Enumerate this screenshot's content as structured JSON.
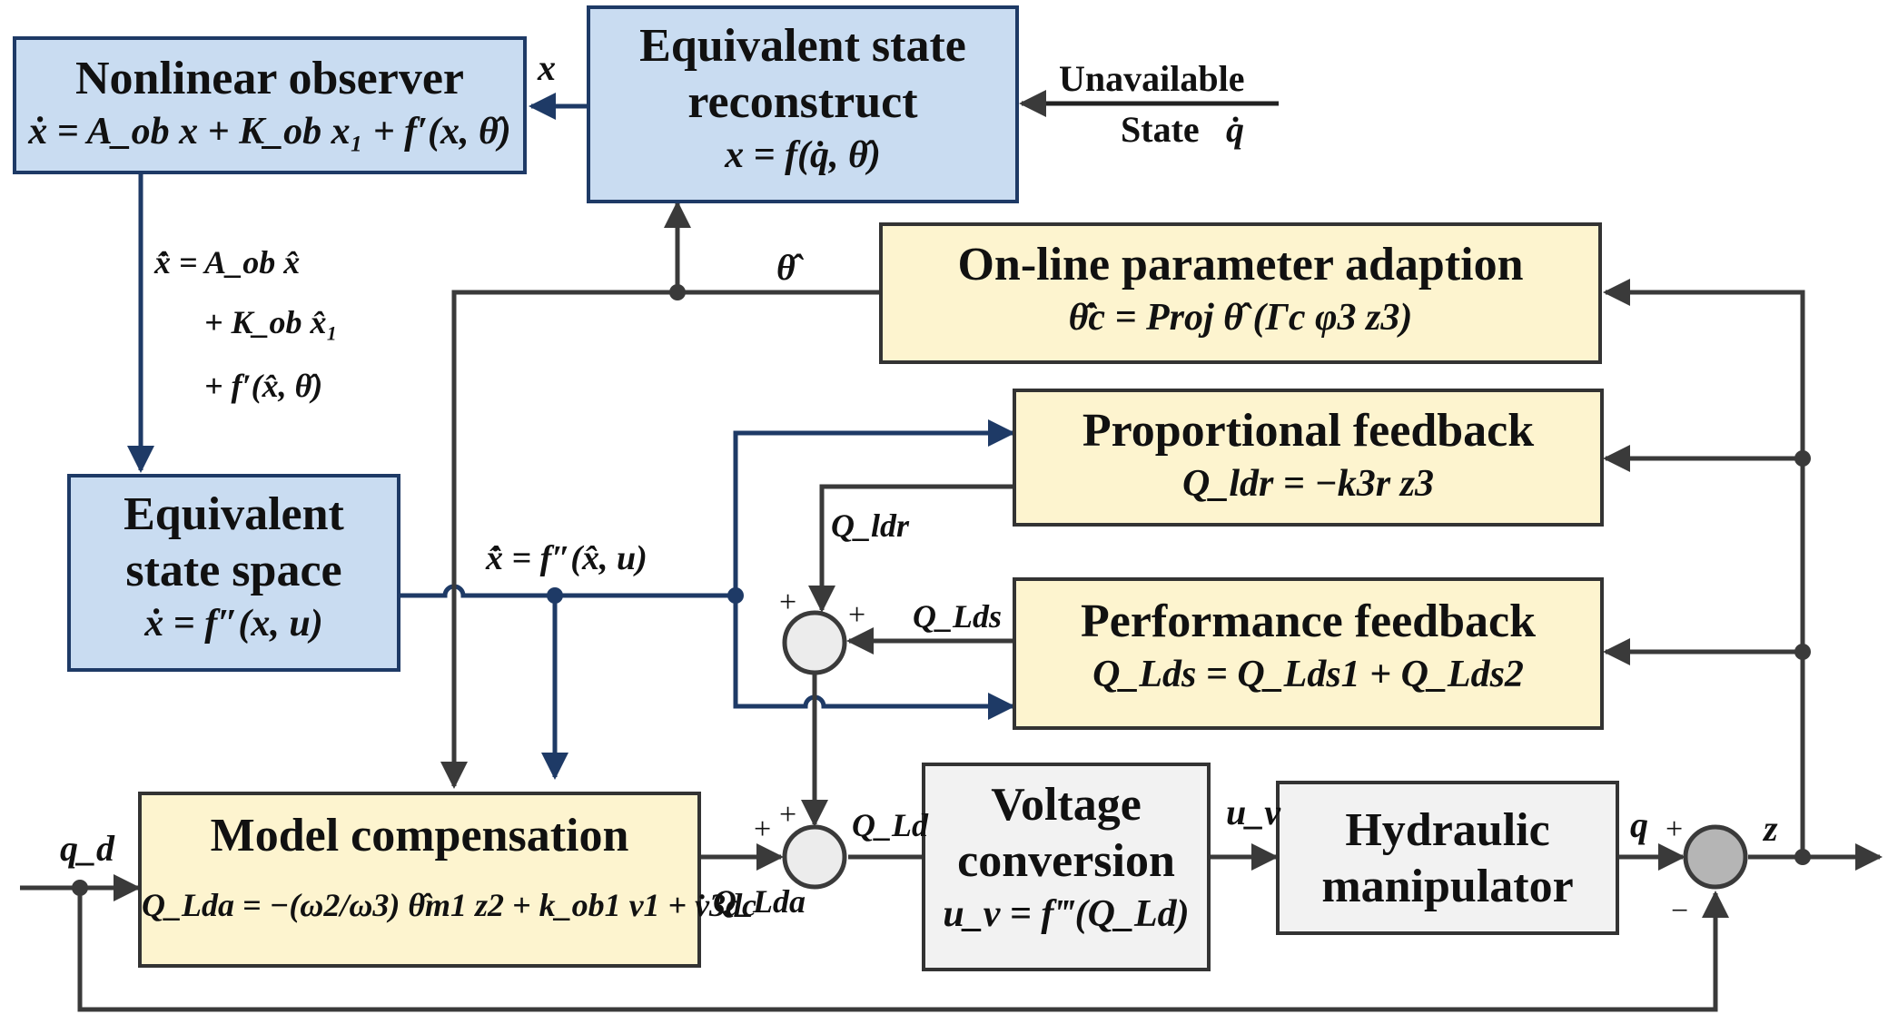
{
  "blocks": {
    "nonlinear_observer": {
      "title": "Nonlinear observer",
      "equation": "ẋ = A_ob x + K_ob x₁ + f′(x, θ̂)"
    },
    "state_reconstruct": {
      "title_line1": "Equivalent state",
      "title_line2": "reconstruct",
      "equation": "x = f(q̇, θ̂)"
    },
    "parameter_adaption": {
      "title": "On-line parameter adaption",
      "equation": "θ̂̇c = Proj θ̂ (Γc φ3 z3)"
    },
    "proportional_feedback": {
      "title": "Proportional feedback",
      "equation": "Q_ldr = −k3r z3"
    },
    "performance_feedback": {
      "title": "Performance feedback",
      "equation": "Q_Lds = Q_Lds1 + Q_Lds2"
    },
    "state_space": {
      "title_line1": "Equivalent",
      "title_line2": "state space",
      "equation": "ẋ = f″(x, u)"
    },
    "model_compensation": {
      "title": "Model compensation",
      "equation": "Q_Lda = −(ω2/ω3) θ̂m1 z2 + k_ob1 v1 + v̇3dc"
    },
    "voltage_conversion": {
      "title_line1": "Voltage",
      "title_line2": "conversion",
      "equation": "u_v = f‴(Q_Ld)"
    },
    "hydraulic_manipulator": {
      "title_line1": "Hydraulic",
      "title_line2": "manipulator"
    }
  },
  "labels": {
    "x_out": "x",
    "unavailable_line1": "Unavailable",
    "unavailable_line2": "State",
    "q_dot": "q̇",
    "theta_hat": "θ̂",
    "observer_out_line1": "x̂̇ = A_ob x̂",
    "observer_out_line2": "+ K_ob x̂₁",
    "observer_out_line3": "+ f′(x̂, θ̂)",
    "state_space_out": "x̂̇ = f″(x̂, u)",
    "Q_ldr": "Q_ldr",
    "Q_Lds": "Q_Lds",
    "Q_Ld": "Q_Ld",
    "Q_Lda": "Q_Lda",
    "u_v": "u_v",
    "q_d": "q_d",
    "q": "q",
    "z": "z"
  },
  "signs": {
    "sum1_left": "+",
    "sum1_top": "+",
    "sum2_left": "+",
    "sum2_top": "+",
    "sum3_top": "+",
    "sum3_bottom": "−"
  },
  "colors": {
    "blue_line": "#1e3a66",
    "dark_line": "#3a3a3a",
    "blue_block": "#c9dcf1",
    "yellow_block": "#fdf4cf",
    "gray_block": "#f2f2f2"
  }
}
